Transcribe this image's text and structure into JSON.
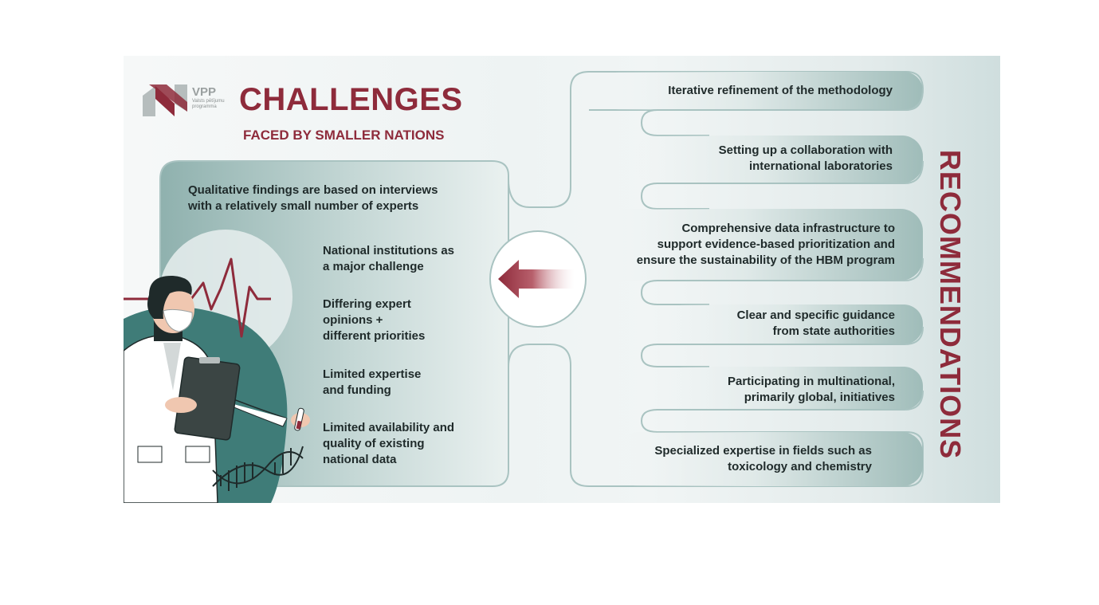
{
  "header": {
    "title": "CHALLENGES",
    "subtitle": "FACED BY SMALLER NATIONS",
    "logo": {
      "acronym": "VPP",
      "sub_line1": "Valsts pētījumu",
      "sub_line2": "programma"
    }
  },
  "challenges": {
    "intro": [
      "Qualitative findings are based on interviews",
      "with a relatively small number of experts"
    ],
    "items": [
      {
        "lines": [
          "National institutions as",
          "a major challenge"
        ]
      },
      {
        "lines": [
          "Differing expert",
          "opinions +",
          "different priorities"
        ]
      },
      {
        "lines": [
          "Limited expertise",
          "and funding"
        ]
      },
      {
        "lines": [
          "Limited availability and",
          "quality of existing",
          "national data"
        ]
      }
    ]
  },
  "recommendations": {
    "heading": "RECOMMENDATIONS",
    "items": [
      {
        "lines": [
          "Iterative refinement of the methodology"
        ]
      },
      {
        "lines": [
          "Setting up a collaboration with",
          "international laboratories"
        ]
      },
      {
        "lines": [
          "Comprehensive data infrastructure to",
          "support evidence-based prioritization and",
          "ensure the sustainability of the HBM program"
        ]
      },
      {
        "lines": [
          "Clear and specific guidance",
          "from state authorities"
        ]
      },
      {
        "lines": [
          "Participating in multinational,",
          "primarily global, initiatives"
        ]
      },
      {
        "lines": [
          "Specialized expertise in fields such as",
          "toxicology and chemistry"
        ]
      }
    ]
  },
  "colors": {
    "accent": "#8e2b3b",
    "teal": "#3f7c78",
    "frame": "#a9c3c1",
    "text": "#1f2a2a"
  },
  "icons": [
    "vpp-logo-icon",
    "arrow-left-icon",
    "heartbeat-icon",
    "dna-icon",
    "doctor-illustration",
    "clipboard-icon",
    "test-tube-icon"
  ]
}
